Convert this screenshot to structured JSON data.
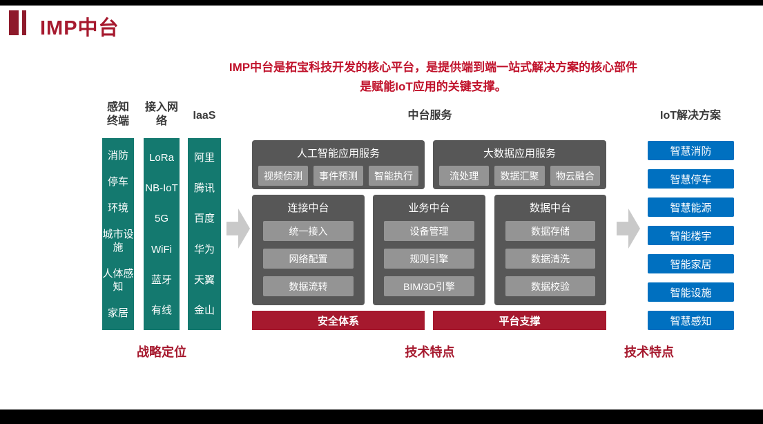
{
  "slide": {
    "title": "IMP中台",
    "subtitle_line1": "IMP中台是拓宝科技开发的核心平台，是提供端到端一站式解决方案的核心部件",
    "subtitle_line2": "是赋能IoT应用的关键支撑。"
  },
  "colors": {
    "accent_red": "#A6192E",
    "subtitle_red": "#C0122B",
    "teal": "#14796F",
    "container_gray": "#575757",
    "chip_gray": "#949494",
    "solution_blue": "#0070C0",
    "arrow_gray": "#C9C9C9",
    "frame_black": "#000000"
  },
  "columns": {
    "sensing": {
      "header": "感知终端",
      "items": [
        "消防",
        "停车",
        "环境",
        "城市设施",
        "人体感知",
        "家居"
      ]
    },
    "network": {
      "header": "接入网络",
      "items": [
        "LoRa",
        "NB-IoT",
        "5G",
        "WiFi",
        "蓝牙",
        "有线"
      ]
    },
    "iaas": {
      "header": "IaaS",
      "items": [
        "阿里",
        "腾讯",
        "百度",
        "华为",
        "天翼",
        "金山"
      ]
    }
  },
  "platform": {
    "header": "中台服务",
    "app": [
      {
        "title": "人工智能应用服务",
        "items": [
          "视频侦测",
          "事件预测",
          "智能执行"
        ]
      },
      {
        "title": "大数据应用服务",
        "items": [
          "流处理",
          "数据汇聚",
          "物云融合"
        ]
      }
    ],
    "mid": [
      {
        "title": "连接中台",
        "items": [
          "统一接入",
          "网络配置",
          "数据流转"
        ]
      },
      {
        "title": "业务中台",
        "items": [
          "设备管理",
          "规则引擎",
          "BIM/3D引擎"
        ]
      },
      {
        "title": "数据中台",
        "items": [
          "数据存储",
          "数据清洗",
          "数据校验"
        ]
      }
    ],
    "foundations": [
      "安全体系",
      "平台支撑"
    ]
  },
  "solutions": {
    "header": "IoT解决方案",
    "items": [
      "智慧消防",
      "智慧停车",
      "智慧能源",
      "智能楼宇",
      "智能家居",
      "智能设施",
      "智慧感知"
    ]
  },
  "footers": {
    "left": "战略定位",
    "center": "技术特点",
    "right": "技术特点"
  }
}
